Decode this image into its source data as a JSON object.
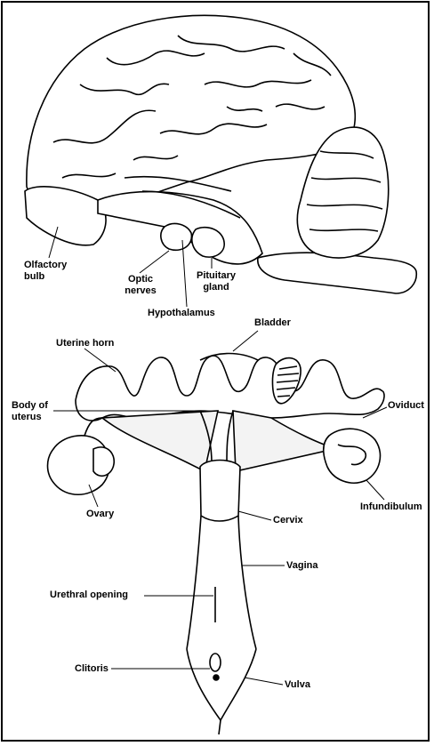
{
  "labels": {
    "olfactory_bulb": "Olfactory\nbulb",
    "optic_nerves": "Optic\nnerves",
    "pituitary_gland": "Pituitary\ngland",
    "hypothalamus": "Hypothalamus",
    "bladder": "Bladder",
    "uterine_horn": "Uterine horn",
    "body_of_uterus": "Body of\nuterus",
    "oviduct": "Oviduct",
    "ovary": "Ovary",
    "infundibulum": "Infundibulum",
    "cervix": "Cervix",
    "vagina": "Vagina",
    "urethral_opening": "Urethral opening",
    "clitoris": "Clitoris",
    "vulva": "Vulva"
  }
}
